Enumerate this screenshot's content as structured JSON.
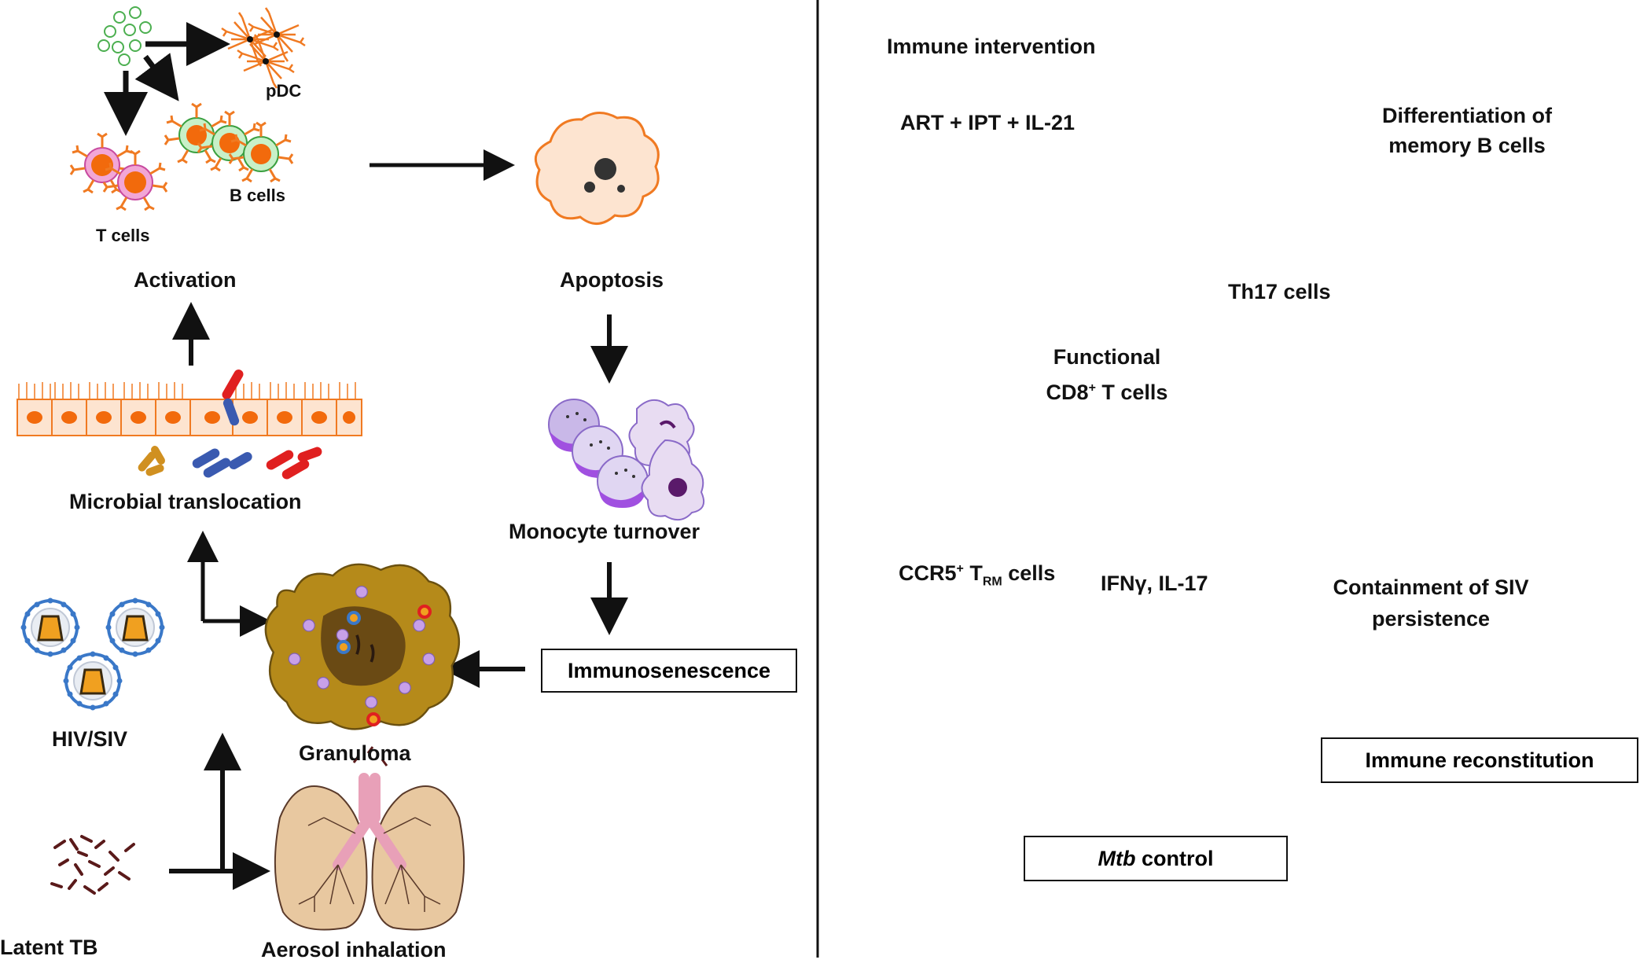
{
  "left_panel": {
    "pdc": "pDC",
    "t_cells": "T cells",
    "b_cells": "B cells",
    "activation": "Activation",
    "apoptosis": "Apoptosis",
    "microbial_translocation": "Microbial translocation",
    "monocyte_turnover": "Monocyte turnover",
    "immunosenescence": "Immunosenescence",
    "hiv_siv": "HIV/SIV",
    "granuloma": "Granuloma",
    "latent_tb": "Latent TB",
    "aerosol_inhalation": "Aerosol inhalation"
  },
  "right_panel": {
    "immune_intervention": "Immune intervention",
    "art_ipt_il21": "ART + IPT + IL-21",
    "diff_memory_b_line1": "Differentiation of",
    "diff_memory_b_line2": "memory B cells",
    "th17": "Th17 cells",
    "functional_cd8_line1": "Functional",
    "functional_cd8_pre": "CD8",
    "functional_cd8_sup": "+",
    "functional_cd8_post": " T cells",
    "ccr5_pre": "CCR5",
    "ccr5_sup": "+",
    "ccr5_t": " T",
    "ccr5_sub": "RM",
    "ccr5_post": " cells",
    "ifng_il17": "IFNγ, IL-17",
    "containment_line1": "Containment of SIV",
    "containment_line2": "persistence",
    "immune_reconstitution": "Immune reconstitution",
    "mtb_italic": "Mtb",
    "mtb_rest": " control"
  },
  "colors": {
    "cell_orange": "#f07a22",
    "nucleus_orange": "#f26a0c",
    "green_vesicle": "#4caf50",
    "pink_tcell": "#e070c0",
    "blue_ccr5": "#5b8fd6",
    "purple_cd8": "#8a2a8a",
    "granuloma_gold": "#b58a1a",
    "virus_blue": "#3a78c8",
    "lung_pink": "#e8a0b8",
    "red_inhibit": "#e02020",
    "arrow_black": "#111111"
  }
}
